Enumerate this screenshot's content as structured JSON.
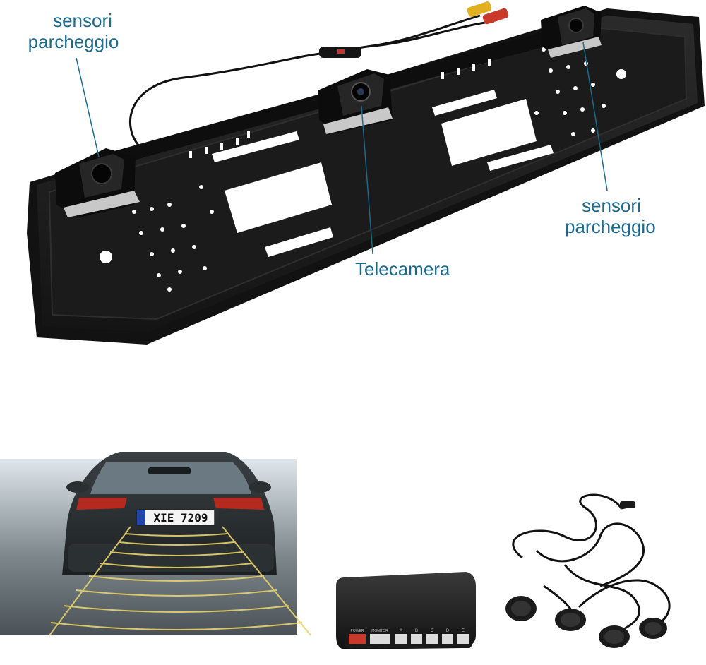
{
  "annotations": {
    "sensor_top_left": {
      "line1": "sensori",
      "line2": "parcheggio"
    },
    "sensor_right": {
      "line1": "sensori",
      "line2": "parcheggio"
    },
    "camera": "Telecamera"
  },
  "car_plate": "XIE 7209",
  "control_box": {
    "port_power": "POWER",
    "port_monitor": "MONITOR",
    "port_a": "A",
    "port_b": "B",
    "port_c": "C",
    "port_d": "D",
    "port_e": "E"
  },
  "colors": {
    "annotation_text": "#1d6a8c",
    "frame": "#1c1c1c",
    "guide_lines": "#e8d36a"
  }
}
